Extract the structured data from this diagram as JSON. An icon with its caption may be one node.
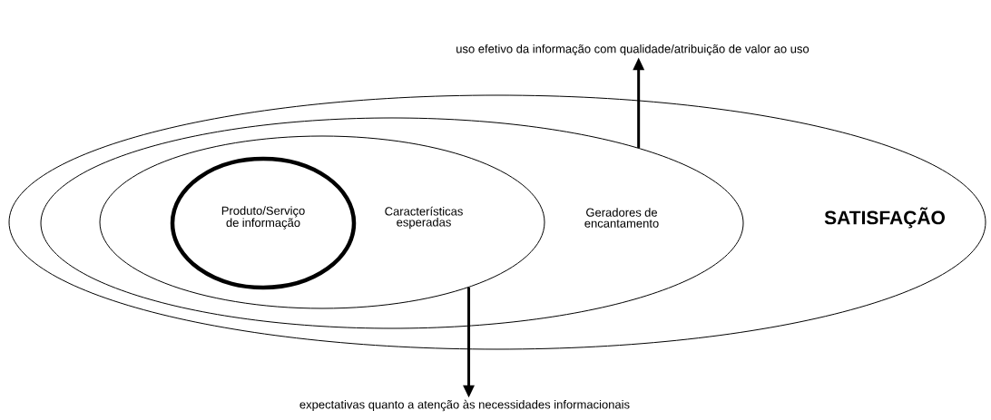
{
  "diagram": {
    "nodes": [
      {
        "text": [
          "SATISFAÇÃO"
        ]
      },
      {
        "text": [
          "Geradores de encantamento"
        ],
        "in": 0
      },
      {
        "text": [
          "Características esperadas"
        ],
        "in": 1
      },
      {
        "text": [
          "Produto/Serviço de informação"
        ],
        "in": 2
      },
      {
        "text": [
          "uso efetivo da informação com qualidade/atribuição de valor ao uso"
        ]
      },
      {
        "text": [
          "expectativas quanto a atenção às necessidades informacionais"
        ]
      }
    ],
    "edges": [
      {
        "from": 1,
        "to": 4,
        "arrow": "to"
      },
      {
        "from": 2,
        "to": 5,
        "arrow": "to"
      }
    ]
  }
}
